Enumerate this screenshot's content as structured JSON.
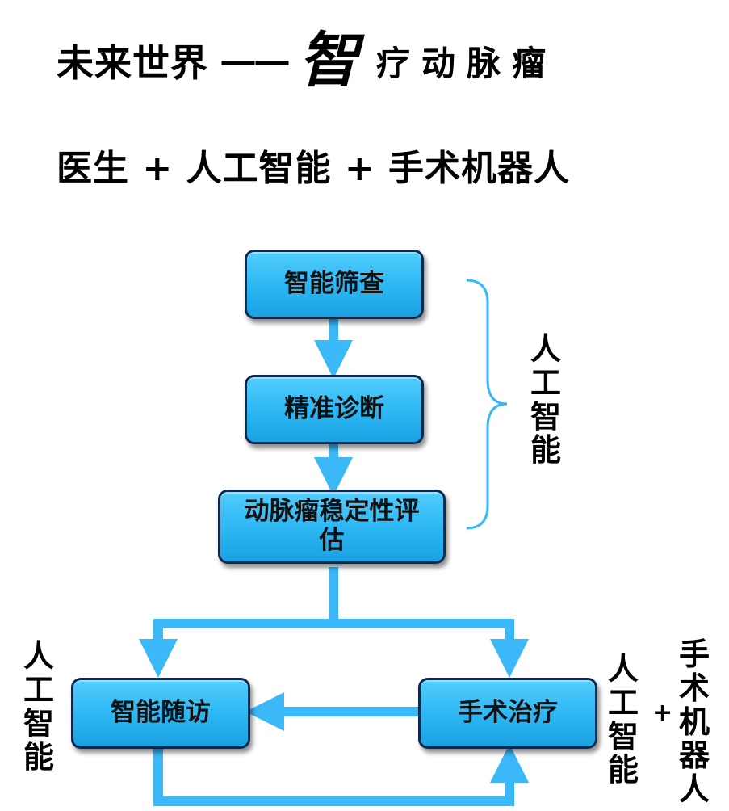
{
  "title": {
    "part1": "未来世界",
    "dash": "——",
    "emphasis": "智",
    "part2": "疗动脉瘤"
  },
  "subtitle": "医生 + 人工智能 + 手术机器人",
  "nodes": {
    "screening": "智能筛查",
    "diagnosis": "精准诊断",
    "assessment": "动脉瘤稳定性评估",
    "followup": "智能随访",
    "surgery": "手术治疗"
  },
  "labels": {
    "ai_right": [
      "人",
      "工",
      "智",
      "能"
    ],
    "ai_left": [
      "人",
      "工",
      "智",
      "能"
    ],
    "ai_surgery": [
      "人",
      "工",
      "智",
      "能"
    ],
    "plus": "+",
    "robot": [
      "手",
      "术",
      "机",
      "器",
      "人"
    ]
  },
  "colors": {
    "box_fill": "#2bb6f3",
    "box_border": "#0c2a4e",
    "arrow": "#3ab8f7"
  }
}
